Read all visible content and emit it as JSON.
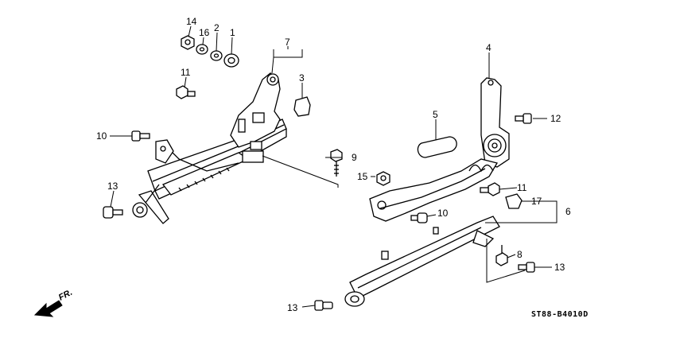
{
  "diagram": {
    "diagram_code": "ST88-B4010D",
    "direction_label": "FR.",
    "callouts": {
      "c14": "14",
      "c16": "16",
      "c2": "2",
      "c1": "1",
      "c7": "7",
      "c3": "3",
      "c11a": "11",
      "c10a": "10",
      "c9": "9",
      "c13a": "13",
      "c4": "4",
      "c12": "12",
      "c5": "5",
      "c15": "15",
      "c11b": "11",
      "c17": "17",
      "c6": "6",
      "c10b": "10",
      "c8": "8",
      "c13b": "13",
      "c13c": "13"
    }
  }
}
